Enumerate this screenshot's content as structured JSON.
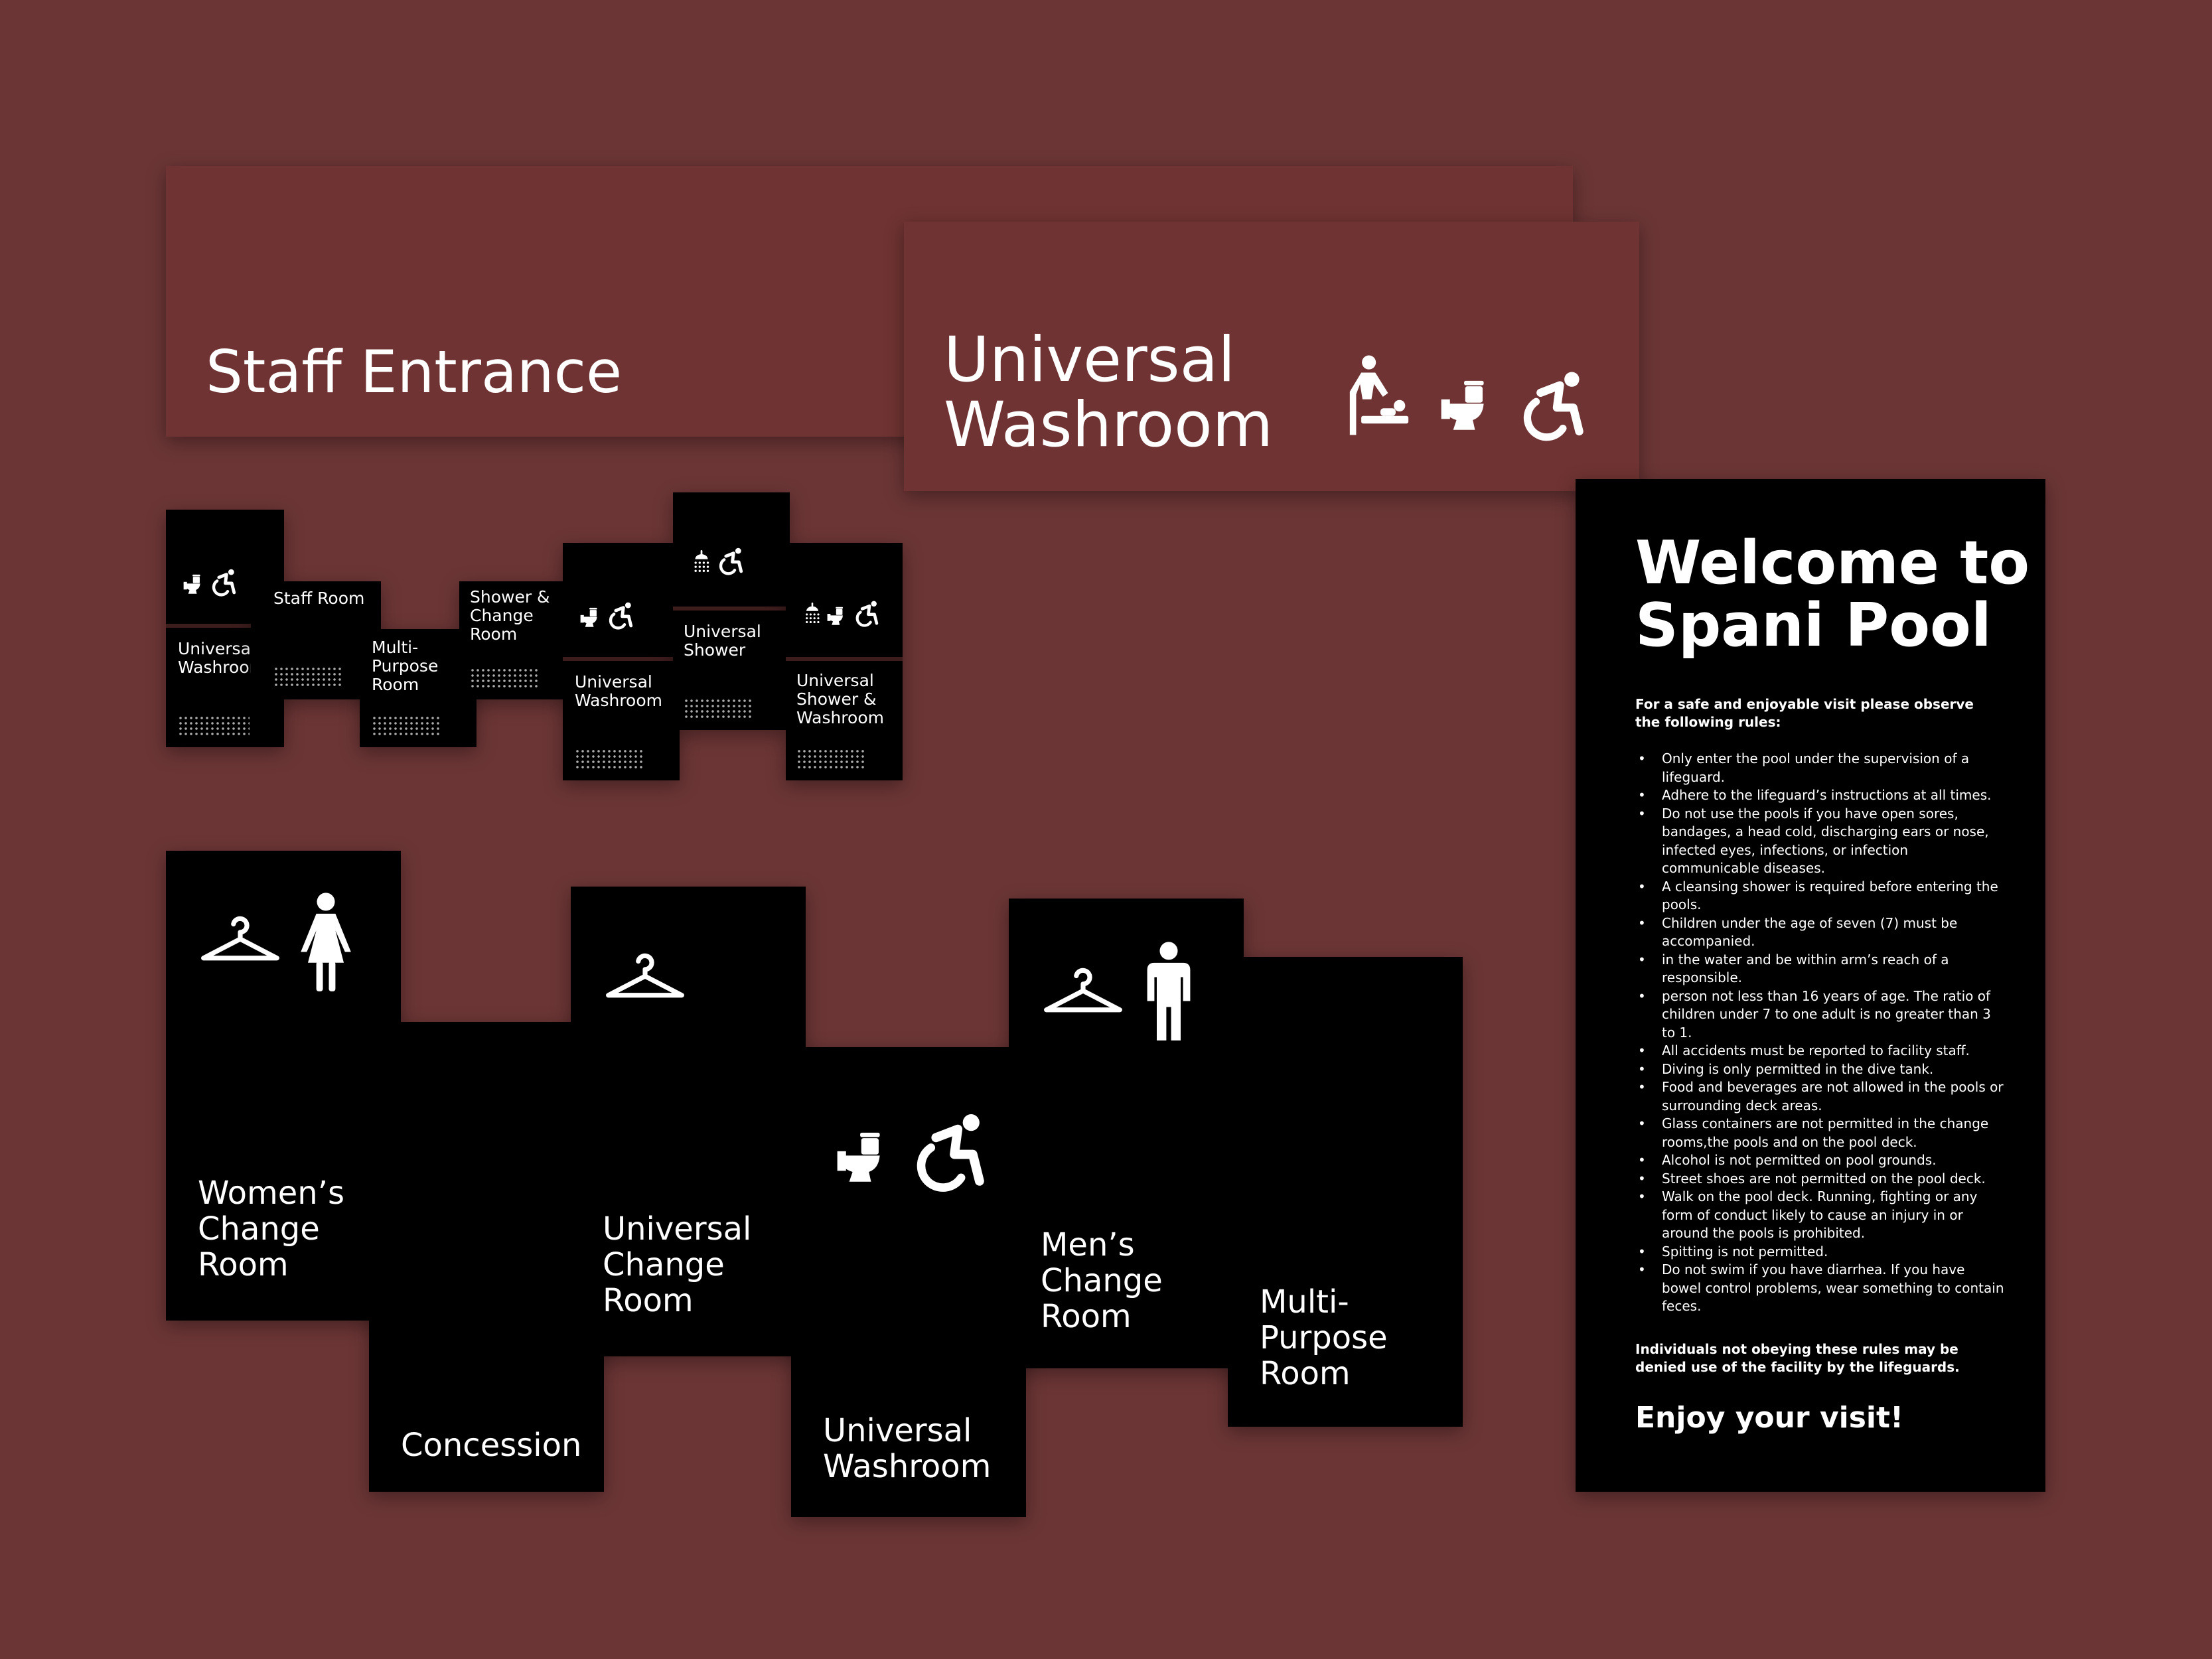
{
  "staff_entrance": {
    "label": "Staff Entrance"
  },
  "universal_washroom_large": {
    "label": "Universal\nWashroom",
    "icons": [
      "baby-change-icon",
      "toilet-icon",
      "accessible-icon"
    ]
  },
  "small_signs": [
    {
      "label": "Universal\nWashroom",
      "icons": [
        "toilet-icon",
        "accessible-icon"
      ]
    },
    {
      "label": "Staff Room"
    },
    {
      "label": "Multi-\nPurpose\nRoom"
    },
    {
      "label": "Shower &\nChange\nRoom"
    },
    {
      "label": "Universal\nWashroom",
      "icons": [
        "toilet-icon",
        "accessible-icon"
      ]
    },
    {
      "label": "Universal\nShower",
      "icons": [
        "shower-icon",
        "accessible-icon"
      ]
    },
    {
      "label": "Universal\nShower &\nWashroom",
      "icons": [
        "shower-icon",
        "toilet-icon",
        "accessible-icon"
      ]
    }
  ],
  "large_signs": [
    {
      "label": "Women’s\nChange\nRoom",
      "icons": [
        "hanger-icon",
        "woman-icon"
      ]
    },
    {
      "label": "Concession"
    },
    {
      "label": "Universal\nChange\nRoom",
      "icons": [
        "hanger-icon"
      ]
    },
    {
      "label": "Universal\nWashroom",
      "icons": [
        "toilet-icon",
        "accessible-icon"
      ]
    },
    {
      "label": "Men’s\nChange\nRoom",
      "icons": [
        "hanger-icon",
        "man-icon"
      ]
    },
    {
      "label": "Multi-\nPurpose\nRoom"
    }
  ],
  "rules_board": {
    "title": "Welcome to\nSpani Pool",
    "intro": "For a safe and enjoyable visit please observe the following rules:",
    "rules": [
      "Only enter the pool under the supervision of a lifeguard.",
      "Adhere to the lifeguard’s instructions at all times.",
      "Do not use the pools if you have open sores, bandages, a head cold, discharging ears or nose, infected eyes, infections, or infection communicable diseases.",
      "A cleansing shower is required before entering the pools.",
      "Children under the age of seven (7) must be accompanied.",
      "in the water and be within arm’s reach of a responsible.",
      "person not less than 16 years of age. The ratio of children under 7 to one adult is no greater than 3 to 1.",
      "All accidents must be reported to facility staff.",
      "Diving is only permitted in the dive tank.",
      "Food and beverages are not allowed in the pools or surrounding deck areas.",
      "Glass containers are not permitted in the change rooms,the pools and on the pool deck.",
      "Alcohol is not permitted on pool grounds.",
      "Street shoes are not permitted on the pool deck.",
      "Walk on the pool deck. Running, fighting or any form of conduct likely to cause an injury in or around the pools is prohibited.",
      "Spitting is not permitted.",
      "Do not swim if you have diarrhea. If you have bowel control problems, wear something to contain feces."
    ],
    "warning": "Individuals not obeying these rules may be denied use of the facility by the lifeguards.",
    "closing": "Enjoy your visit!"
  },
  "colors": {
    "background": "#6b3535",
    "maroon_sign": "#6e3332",
    "black_sign": "#000000",
    "text": "#ffffff"
  }
}
